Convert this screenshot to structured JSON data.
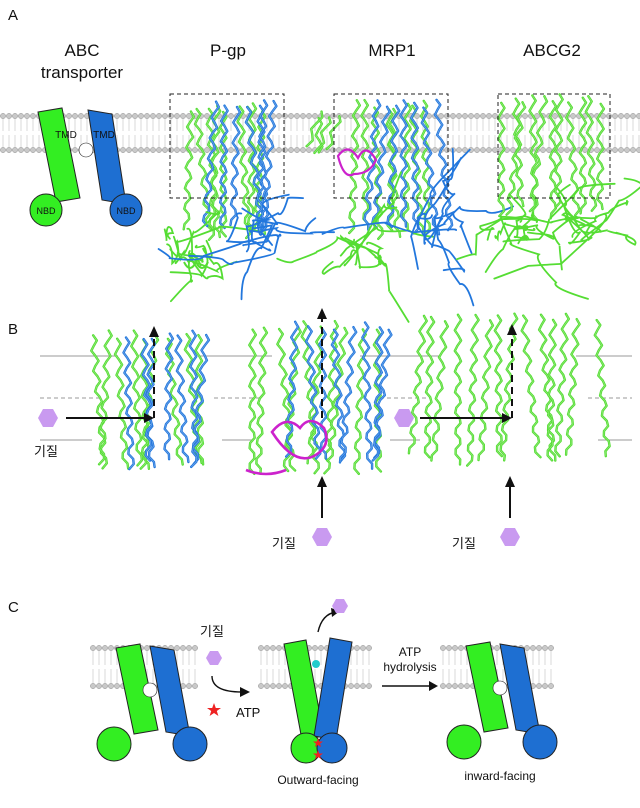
{
  "panels": {
    "a": {
      "letter": "A",
      "titles": {
        "abc_line1": "ABC",
        "abc_line2": "transporter",
        "pgp": "P-gp",
        "mrp1": "MRP1",
        "abcg2": "ABCG2"
      },
      "labels": {
        "tmd": "TMD",
        "nbd": "NBD"
      }
    },
    "b": {
      "letter": "B",
      "substrate_label": "기질"
    },
    "c": {
      "letter": "C",
      "substrate_label": "기질",
      "atp_label": "ATP",
      "hydrolysis_line1": "ATP",
      "hydrolysis_line2": "hydrolysis",
      "state_outward": "Outward-facing",
      "state_inward": "inward-facing"
    }
  },
  "colors": {
    "domain_green": "#33ee22",
    "domain_blue": "#1e6fd2",
    "helix_green": "#55dd33",
    "helix_blue": "#2277dd",
    "loop_magenta": "#cc22cc",
    "substrate": "#c99af0",
    "atp_star": "#ee2222",
    "membrane": "#b8b8b8",
    "exit_dot": "#22cccc"
  }
}
